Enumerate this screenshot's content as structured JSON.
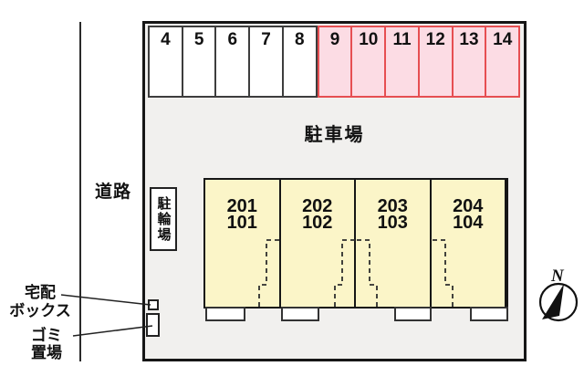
{
  "site": {
    "parking_area_label": "駐車場",
    "road_label": "道路",
    "bicycle_parking_label": "駐輪場",
    "delivery_box_label": {
      "line1": "宅配",
      "line2": "ボックス"
    },
    "garbage_area_label": {
      "line1": "ゴミ",
      "line2": "置場"
    },
    "stalls": [
      {
        "number": "4",
        "highlighted": false
      },
      {
        "number": "5",
        "highlighted": false
      },
      {
        "number": "6",
        "highlighted": false
      },
      {
        "number": "7",
        "highlighted": false
      },
      {
        "number": "8",
        "highlighted": false
      },
      {
        "number": "9",
        "highlighted": true
      },
      {
        "number": "10",
        "highlighted": true
      },
      {
        "number": "11",
        "highlighted": true
      },
      {
        "number": "12",
        "highlighted": true
      },
      {
        "number": "13",
        "highlighted": true
      },
      {
        "number": "14",
        "highlighted": true
      }
    ],
    "units": [
      {
        "upper": "201",
        "lower": "101"
      },
      {
        "upper": "202",
        "lower": "102"
      },
      {
        "upper": "203",
        "lower": "103"
      },
      {
        "upper": "204",
        "lower": "104"
      }
    ]
  },
  "compass": {
    "north_label": "N"
  },
  "colors": {
    "site_background": "#f1f0ee",
    "building_fill": "#fbf5c8",
    "stall_highlight_fill": "#fcdce4",
    "stall_highlight_border": "#e64f52",
    "outline": "#161616"
  }
}
